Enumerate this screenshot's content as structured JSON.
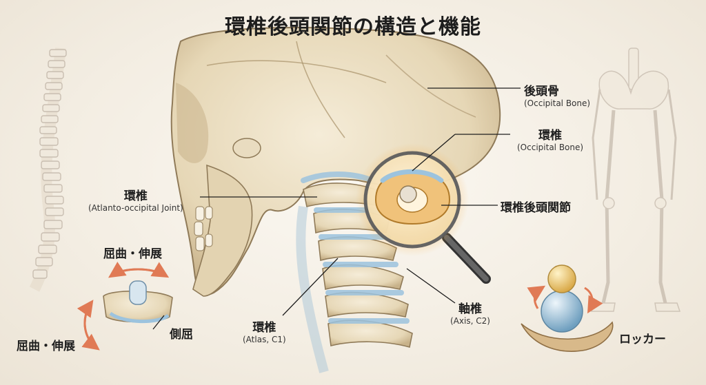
{
  "title": "環椎後頭関節の構造と機能",
  "labels": {
    "occipital": {
      "jp": "後頭骨",
      "en": "(Occipital Bone)"
    },
    "atlas_top": {
      "jp": "環椎",
      "en": "(Occipital Bone)"
    },
    "joint": {
      "jp": "環椎後頭関節"
    },
    "left": {
      "jp": "環椎",
      "en": "(Atlanto-occipital Joint)"
    },
    "atlas_c1": {
      "jp": "環椎",
      "en": "(Atlas, C1)"
    },
    "axis_c2": {
      "jp": "軸椎",
      "en": "(Axis, C2)"
    },
    "flex1": {
      "jp": "屈曲・伸展"
    },
    "flex2": {
      "jp": "屈曲・伸展"
    },
    "lateral": {
      "jp": "側屈"
    },
    "rocker": {
      "jp": "ロッカー"
    }
  },
  "colors": {
    "bone": "#e9dcc0",
    "bone_shadow": "#c9b48e",
    "cartilage": "#9cc3de",
    "highlight": "#f3a93c",
    "arrow": "#e07a55",
    "line": "#1e1e1e"
  },
  "icons": [
    "magnifier-icon",
    "spine-icon",
    "skeleton-icon",
    "rocker-icon",
    "flexion-arrows-icon"
  ]
}
